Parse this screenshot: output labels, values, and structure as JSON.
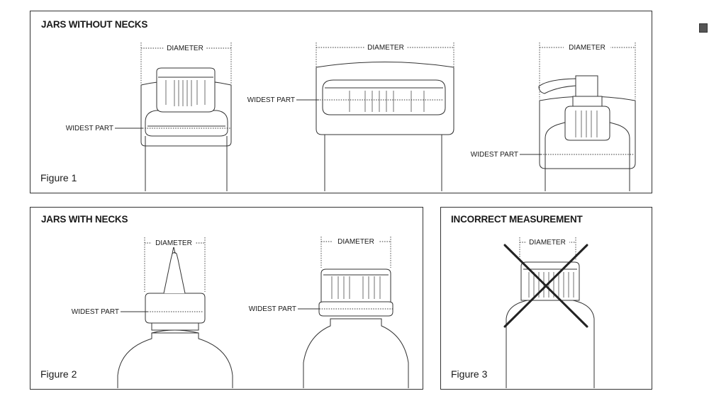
{
  "panel1": {
    "title": "JARS WITHOUT NECKS",
    "figure": "Figure 1",
    "jar_a": {
      "diameter": "DIAMETER",
      "widest": "WIDEST PART"
    },
    "jar_b": {
      "diameter": "DIAMETER",
      "widest": "WIDEST PART"
    },
    "jar_c": {
      "diameter": "DIAMETER",
      "widest": "WIDEST PART"
    }
  },
  "panel2": {
    "title": "JARS WITH NECKS",
    "figure": "Figure 2",
    "jar_a": {
      "diameter": "DIAMETER",
      "widest": "WIDEST PART"
    },
    "jar_b": {
      "diameter": "DIAMETER",
      "widest": "WIDEST PART"
    }
  },
  "panel3": {
    "title": "INCORRECT MEASUREMENT",
    "figure": "Figure 3",
    "jar_a": {
      "diameter": "DIAMETER"
    }
  },
  "icons": {
    "corner": "grid-icon"
  }
}
